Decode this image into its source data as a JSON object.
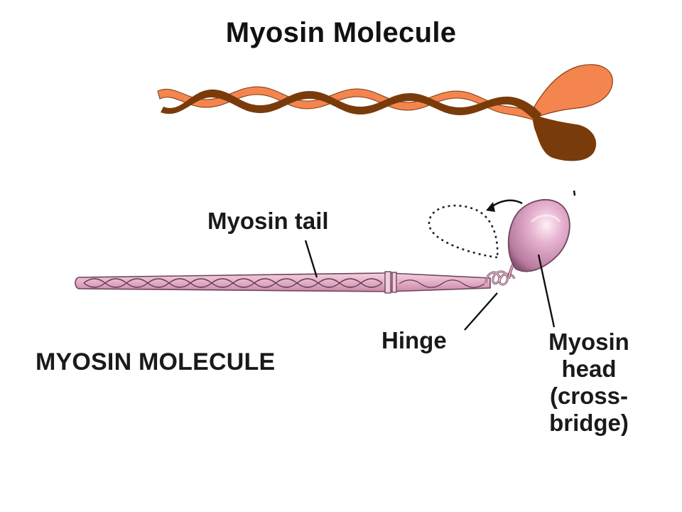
{
  "slide": {
    "title": "Myosin Molecule"
  },
  "diagram": {
    "labels": {
      "tail": "Myosin tail",
      "hinge": "Hinge",
      "head_line1": "Myosin",
      "head_line2": "head",
      "head_line3": "(cross-",
      "head_line4": "bridge)",
      "molecule": "MYOSIN MOLECULE"
    },
    "colors": {
      "strand_light": "#f4854f",
      "strand_dark": "#7a3b0b",
      "filament_pink": "#e7b7c9",
      "filament_outline": "#7a4a66",
      "head_pink": "#d9a0bf"
    }
  }
}
